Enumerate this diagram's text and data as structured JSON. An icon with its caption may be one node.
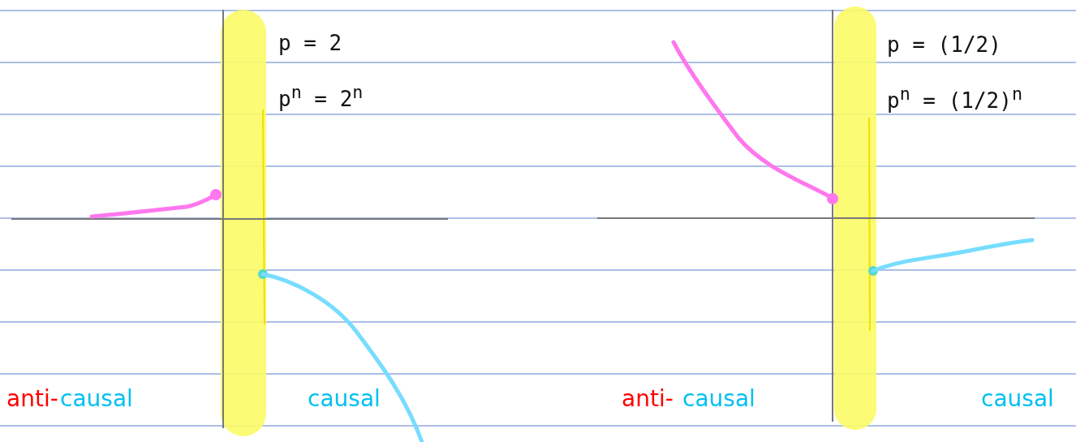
{
  "diagram": {
    "labels": [
      "p = 2",
      "p$^{n}$ = 2$^{n}$",
      "anti-",
      "causal",
      "causal",
      "p = (1/2)",
      "p$^{n}$ = (1/2)$^{n}$",
      "anti-",
      "causal",
      "causal"
    ]
  }
}
